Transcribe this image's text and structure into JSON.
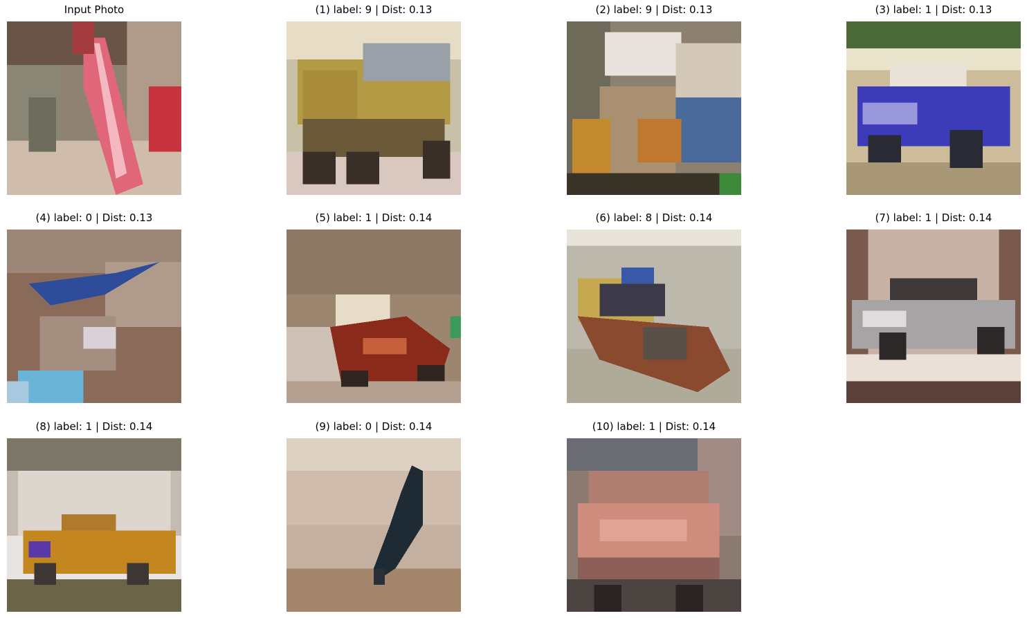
{
  "query": {
    "title": "Input Photo",
    "scene": "blurry low-resolution photo with a red and white diagonal shape"
  },
  "results": [
    {
      "rank": 1,
      "label": 9,
      "dist": 0.13,
      "title": "(1) label: 9 | Dist: 0.13",
      "scene": "yellow truck"
    },
    {
      "rank": 2,
      "label": 9,
      "dist": 0.13,
      "title": "(2) label: 9 | Dist: 0.13",
      "scene": "cluttered truck scene"
    },
    {
      "rank": 3,
      "label": 1,
      "dist": 0.13,
      "title": "(3) label: 1 | Dist: 0.13",
      "scene": "blue car"
    },
    {
      "rank": 4,
      "label": 0,
      "dist": 0.13,
      "title": "(4) label: 0 | Dist: 0.13",
      "scene": "blue airplane over brown terrain"
    },
    {
      "rank": 5,
      "label": 1,
      "dist": 0.14,
      "title": "(5) label: 1 | Dist: 0.14",
      "scene": "red sports car"
    },
    {
      "rank": 6,
      "label": 8,
      "dist": 0.14,
      "title": "(6) label: 8 | Dist: 0.14",
      "scene": "boat on water"
    },
    {
      "rank": 7,
      "label": 1,
      "dist": 0.14,
      "title": "(7) label: 1 | Dist: 0.14",
      "scene": "silver convertible car"
    },
    {
      "rank": 8,
      "label": 1,
      "dist": 0.14,
      "title": "(8) label: 1 | Dist: 0.14",
      "scene": "orange car side view"
    },
    {
      "rank": 9,
      "label": 0,
      "dist": 0.14,
      "title": "(9) label: 0 | Dist: 0.14",
      "scene": "dark airplane against light sky"
    },
    {
      "rank": 10,
      "label": 1,
      "dist": 0.14,
      "title": "(10) label: 1 | Dist: 0.14",
      "scene": "pink car front view"
    }
  ]
}
